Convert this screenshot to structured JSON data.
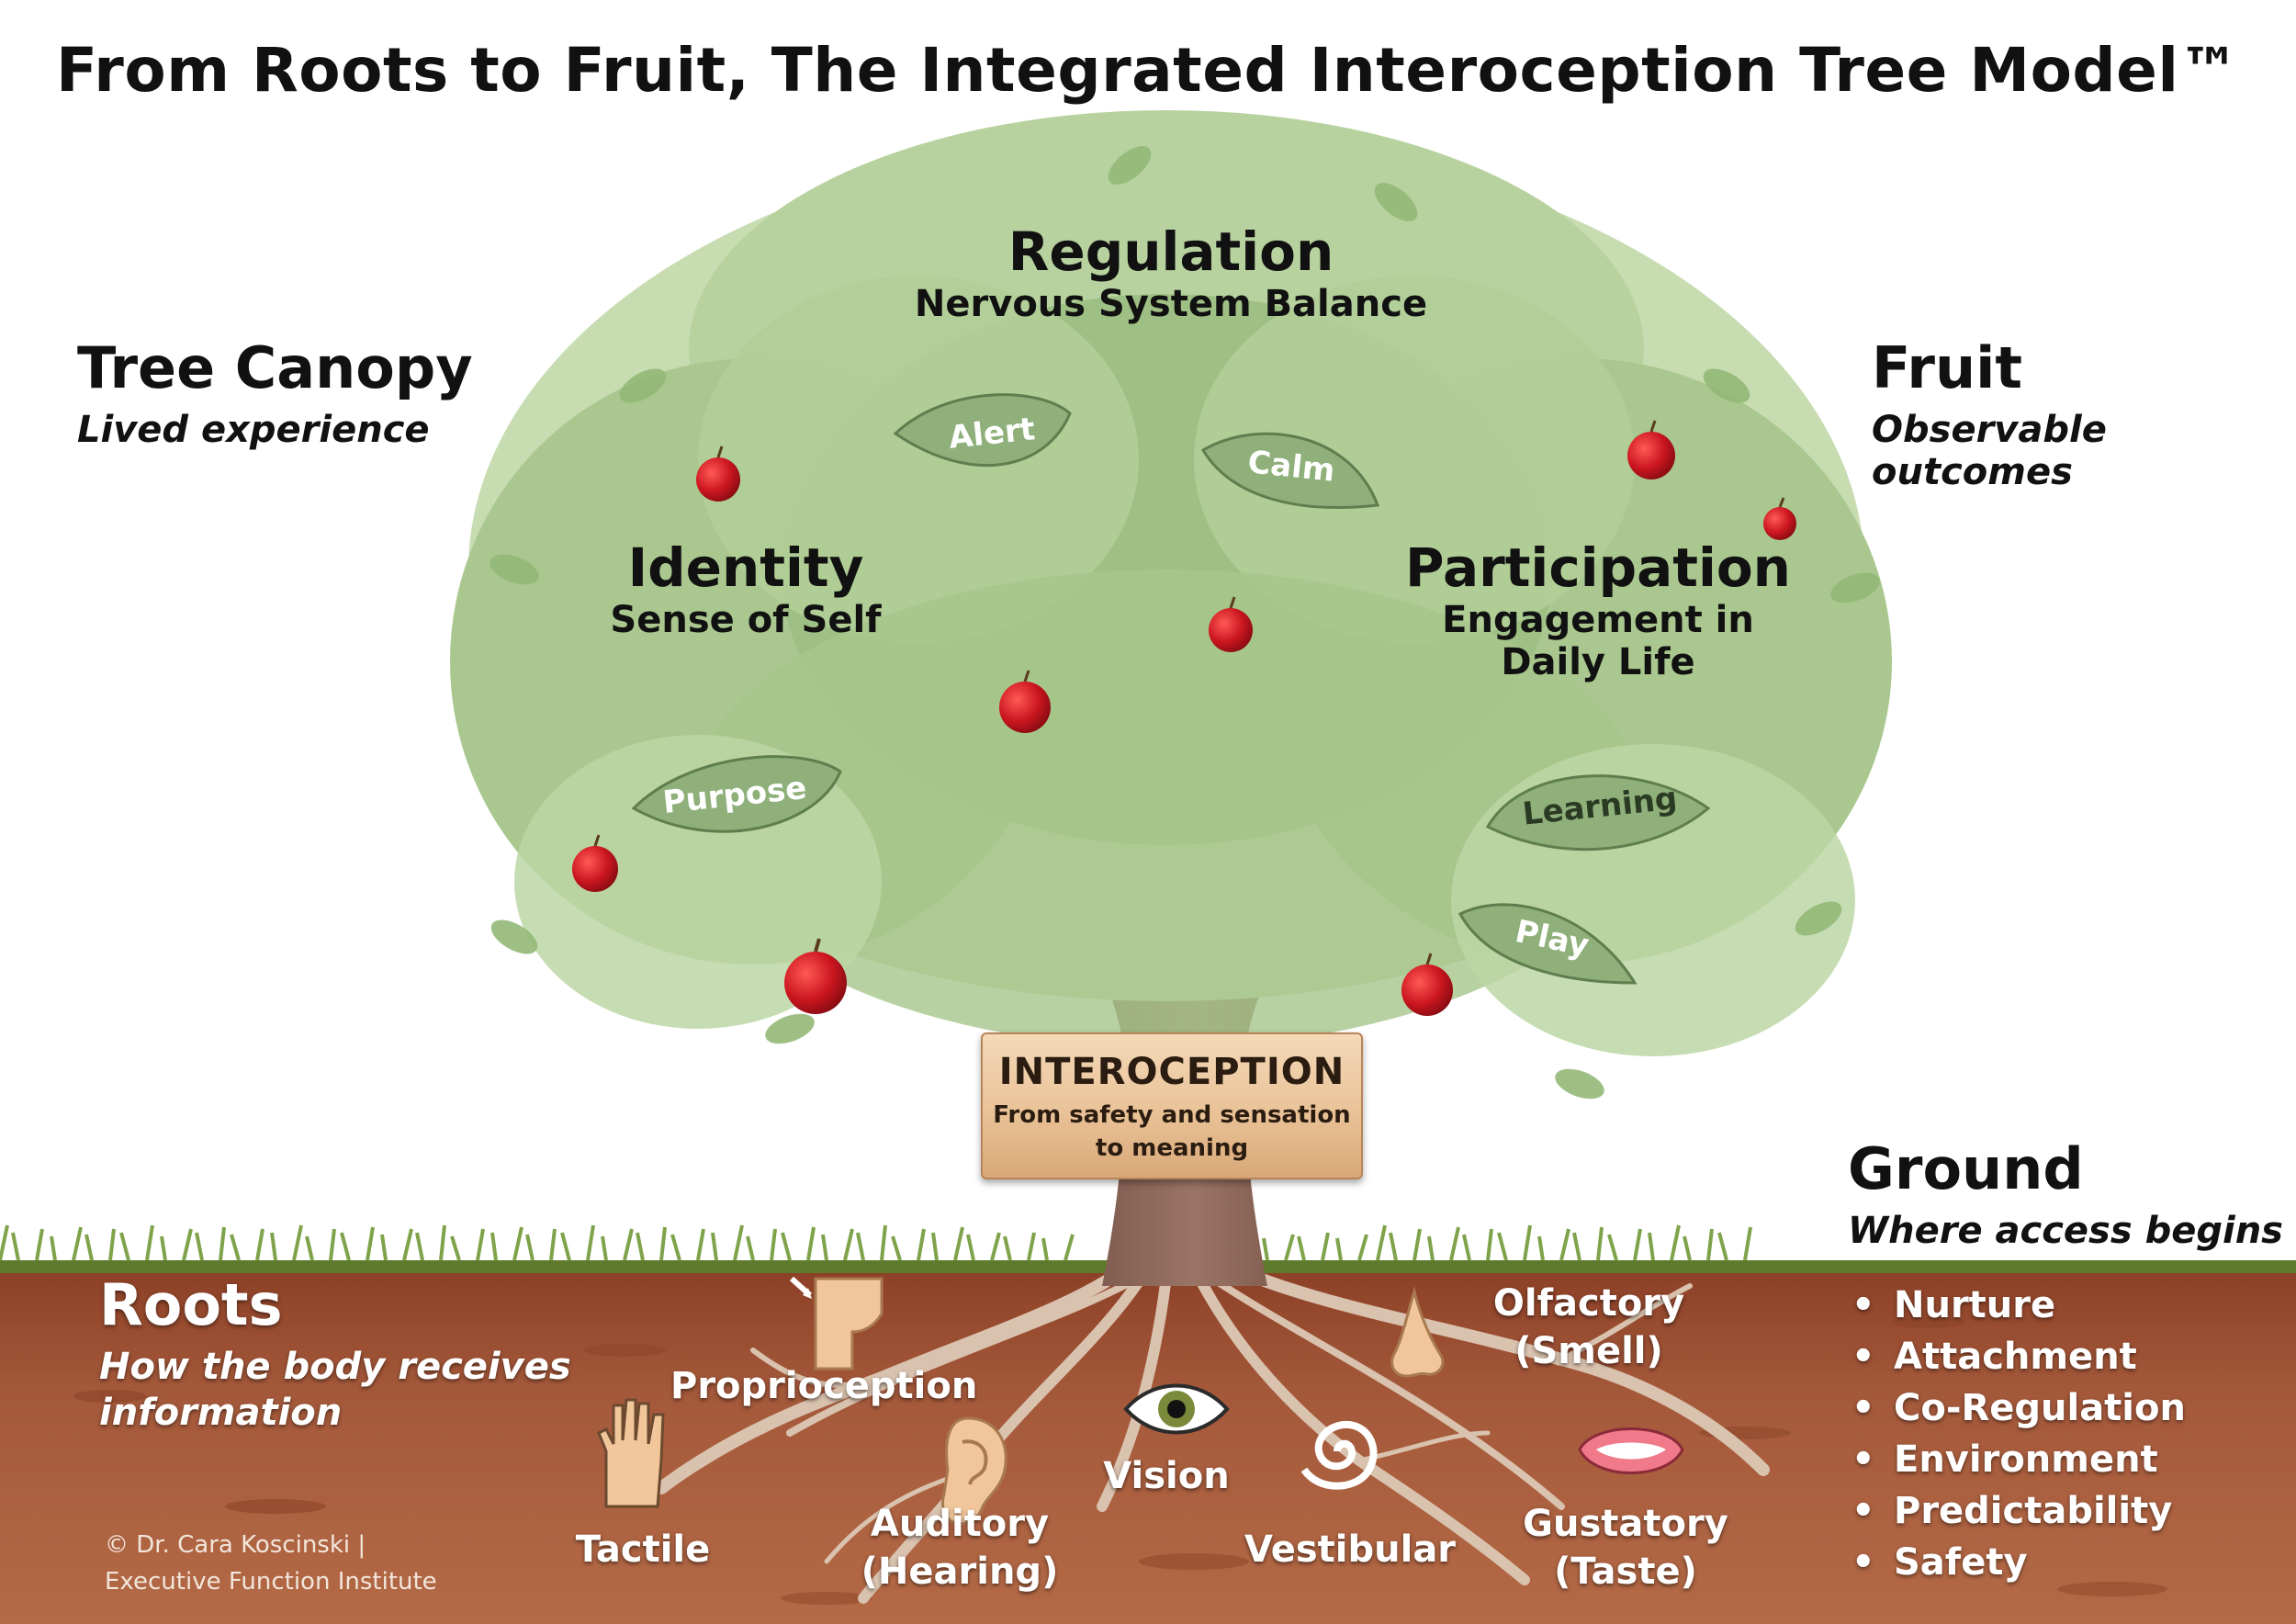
{
  "title": "From Roots to Fruit, The Integrated Interoception Tree Model™",
  "canopy_side": {
    "heading": "Tree Canopy",
    "subtitle": "Lived experience"
  },
  "fruit_side": {
    "heading": "Fruit",
    "subtitle": "Observable outcomes"
  },
  "ground_side": {
    "heading": "Ground",
    "subtitle": "Where access begins",
    "items": [
      "Nurture",
      "Attachment",
      "Co-Regulation",
      "Environment",
      "Predictability",
      "Safety"
    ]
  },
  "roots_side": {
    "heading": "Roots",
    "subtitle_line1": "How the body receives",
    "subtitle_line2": "information"
  },
  "canopy": {
    "regulation": {
      "heading": "Regulation",
      "subtitle": "Nervous System Balance"
    },
    "identity": {
      "heading": "Identity",
      "subtitle": "Sense of Self"
    },
    "participation": {
      "heading": "Participation",
      "subtitle_line1": "Engagement in",
      "subtitle_line2": "Daily Life"
    }
  },
  "leaves": [
    "Alert",
    "Calm",
    "Purpose",
    "Learning",
    "Play"
  ],
  "sign": {
    "heading": "INTEROCEPTION",
    "line1": "From safety and sensation",
    "line2": "to meaning"
  },
  "senses": {
    "proprioception": "Proprioception",
    "tactile": "Tactile",
    "auditory_1": "Auditory",
    "auditory_2": "(Hearing)",
    "vision": "Vision",
    "vestibular": "Vestibular",
    "olfactory_1": "Olfactory",
    "olfactory_2": "(Smell)",
    "gustatory_1": "Gustatory",
    "gustatory_2": "(Taste)"
  },
  "icons": {
    "proprioception": "knee-joint-icon",
    "tactile": "hand-icon",
    "auditory": "ear-icon",
    "vision": "eye-icon",
    "vestibular": "spiral-icon",
    "olfactory": "nose-icon",
    "gustatory": "mouth-icon"
  },
  "copyright": {
    "line1": "© Dr. Cara Koscinski |",
    "line2": "Executive Function Institute"
  },
  "colors": {
    "soil": "#9a4a2f",
    "soil_top": "#7a3a22",
    "grass": "#6f9a3a",
    "canopy": "#a9c58c",
    "leaf_tag": "#8fb07a",
    "trunk": "#7d5a4e",
    "apple": "#c8161d"
  }
}
